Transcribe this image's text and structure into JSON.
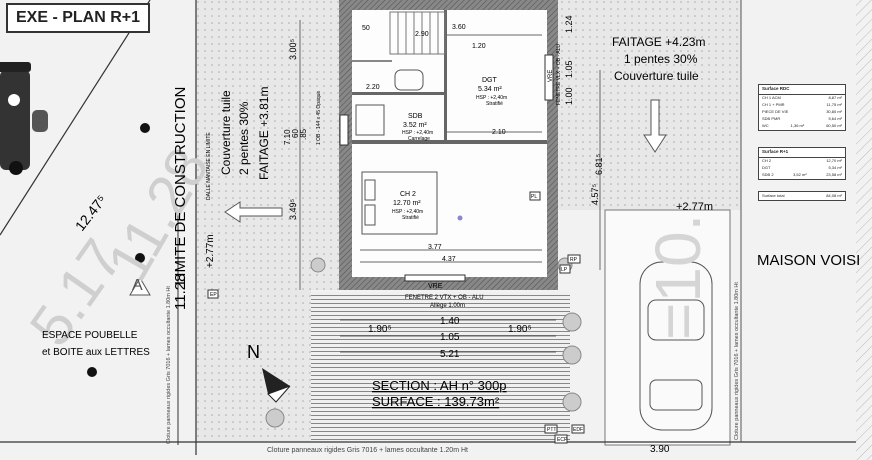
{
  "title": "EXE - PLAN R+1",
  "compass": "N",
  "construction_limit": "LIMITE DE CONSTRUCTION",
  "limit_value": "11.28",
  "dims": {
    "d_12_47": "12.47⁵",
    "d_3_00": "3.00⁵",
    "d_3_49": "3.49⁵",
    "d_6_81": "6.81⁵",
    "d_4_57": "4.57⁵",
    "d_3_60": "3.60",
    "d_3_77": "3.77",
    "d_4_37": "4.37",
    "d_2_10": "2.10",
    "d_2_20": "2.20",
    "d_2_90": "2.90",
    "d_1_20": "1.20",
    "d_1_24": "1.24",
    "d_1_05": "1.05",
    "d_1_00": "1.00",
    "d_1_40": "1.40",
    "d_1_05b": "1.05",
    "d_5_21": "5.21",
    "d_1_90a": "1.90⁵",
    "d_1_90b": "1.90⁵",
    "d_3_90": "3.90",
    "d_7_10": "7.10",
    "d_85": ".85",
    "d_60": "60",
    "d_50": "50"
  },
  "rooms": {
    "dgt": {
      "name": "DGT",
      "area": "5.34 m²",
      "hsp": "HSP : +2,40m",
      "sol": "Stratifié"
    },
    "sdb": {
      "name": "SDB",
      "area": "3.52 m²",
      "hsp": "HSP : +2,40m",
      "sol": "Carrelage"
    },
    "ch2": {
      "name": "CH 2",
      "area": "12.70 m²",
      "hsp": "HSP : +2,40m",
      "sol": "Stratifié"
    }
  },
  "roof_right": {
    "faitage": "FAITAGE +4.23m",
    "pentes": "1 pentes 30%",
    "couverture": "Couverture tuile",
    "level": "+2.77m"
  },
  "roof_left": {
    "couverture": "Couverture tuile",
    "pentes": "2 pentes 30%",
    "faitage": "FAITAGE +3.81m",
    "level": "+2.77m",
    "dalle": "DALLE NANTAISE EN LIMITE"
  },
  "window_bottom": {
    "label": "VRE",
    "text": "FENETRE 2 VTX + OB - ALU",
    "allege": "Allège 1.00m"
  },
  "window_right": {
    "label": "VRE",
    "text": "FENETRE VLX + OB - ALU",
    "allege": "Allège 1.00m"
  },
  "window_left_text": "1 OB - 144 x 45 Opaque",
  "section_text": "SECTION : AH n° 300p",
  "surface_text": "SURFACE : 139.73m²",
  "neighbor": "MAISON VOISI",
  "poubelle_line1": "ESPACE POUBELLE",
  "poubelle_line2": "et BOITE aux LETTRES",
  "cloture_bottom": "Cloture panneaux rigides Gris 7016 + lames occultante 1.20m Ht",
  "cloture_left": "Cloture panneaux rigides Gris 7016 + lames occultante 1.80m Ht",
  "cloture_right": "Cloture panneaux rigides Gris 7016 + lames occultante 1.80m Ht",
  "marker_a": "A",
  "tags": {
    "ep": "EP",
    "rp": "RP",
    "pl": "PL",
    "ecp": "ECP",
    "lp": "LP",
    "edf": "EDF",
    "ptt": "PTT"
  },
  "surface_rdc": {
    "title": "Surface RDC",
    "rows": [
      {
        "label": "CH 1 ACM",
        "value": "8,87 m²"
      },
      {
        "label": "CH 1 + PMR",
        "value": "11,75 m²"
      },
      {
        "label": "PIECE DE VIE",
        "value": "30,80 m²"
      },
      {
        "label": "SDB PMR",
        "value": "5,64 m²"
      },
      {
        "label": "WC",
        "value": "1,36 m²"
      }
    ],
    "total": "60,50 m²"
  },
  "surface_r1": {
    "title": "Surface R+1",
    "rows": [
      {
        "label": "CH 2",
        "value": "12,70 m²"
      },
      {
        "label": "DGT",
        "value": "5,34 m²"
      },
      {
        "label": "SDB 2",
        "value": "3,52 m²"
      }
    ],
    "total": "23,58 m²"
  },
  "surface_total": {
    "label": "Surface total",
    "value": "84,08 m²"
  }
}
